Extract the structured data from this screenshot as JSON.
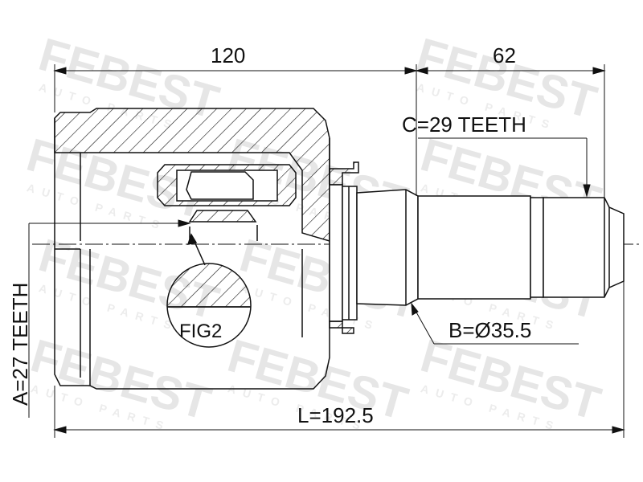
{
  "watermark": {
    "brand": "FEBEST",
    "sub": "AUTO PARTS"
  },
  "dimensions": {
    "housing_length": "120",
    "shaft_length": "62",
    "total_length": "L=192.5",
    "spline_c": "C=29 TEETH",
    "diameter_b": "B=Ø35.5",
    "spline_a": "A=27 TEETH"
  },
  "callouts": {
    "fig": "FIG2"
  },
  "colors": {
    "line": "#111111",
    "watermark": "#e6e6e6",
    "background": "#ffffff"
  }
}
